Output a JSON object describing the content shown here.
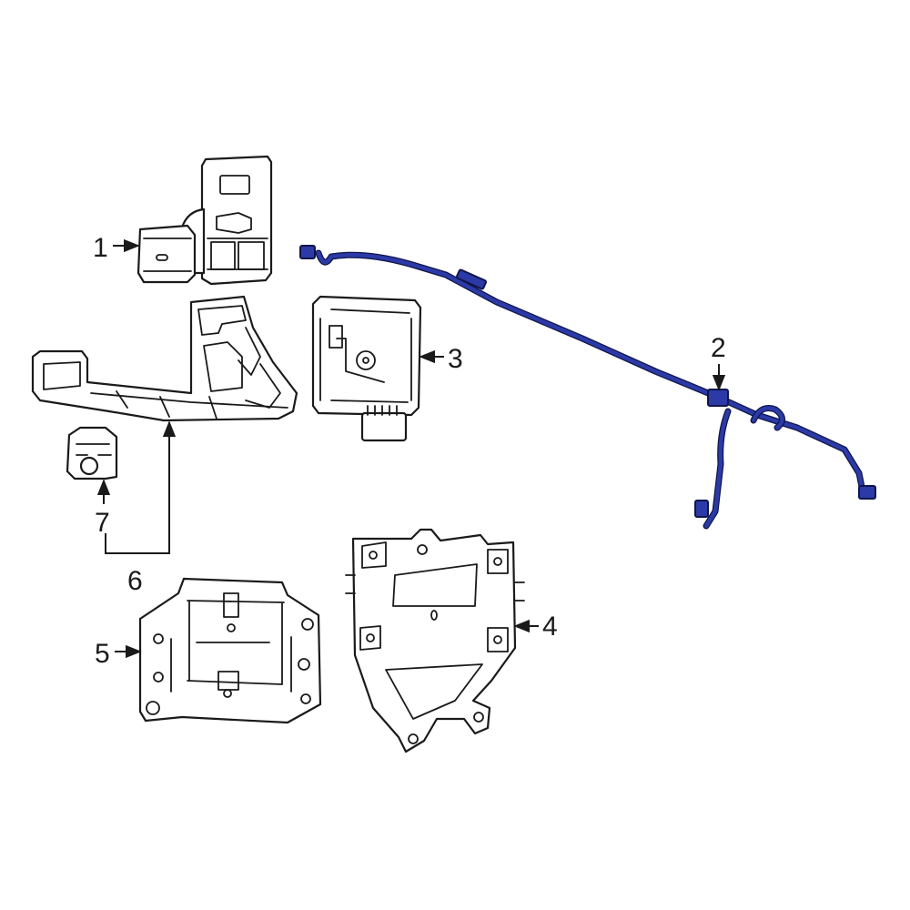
{
  "colors": {
    "line": "#1a1a1a",
    "highlight": "#2b3aa6",
    "highlight_outline": "#10154a"
  },
  "callouts": {
    "c1": "1",
    "c2": "2",
    "c3": "3",
    "c4": "4",
    "c5": "5",
    "c6": "6",
    "c7": "7"
  }
}
